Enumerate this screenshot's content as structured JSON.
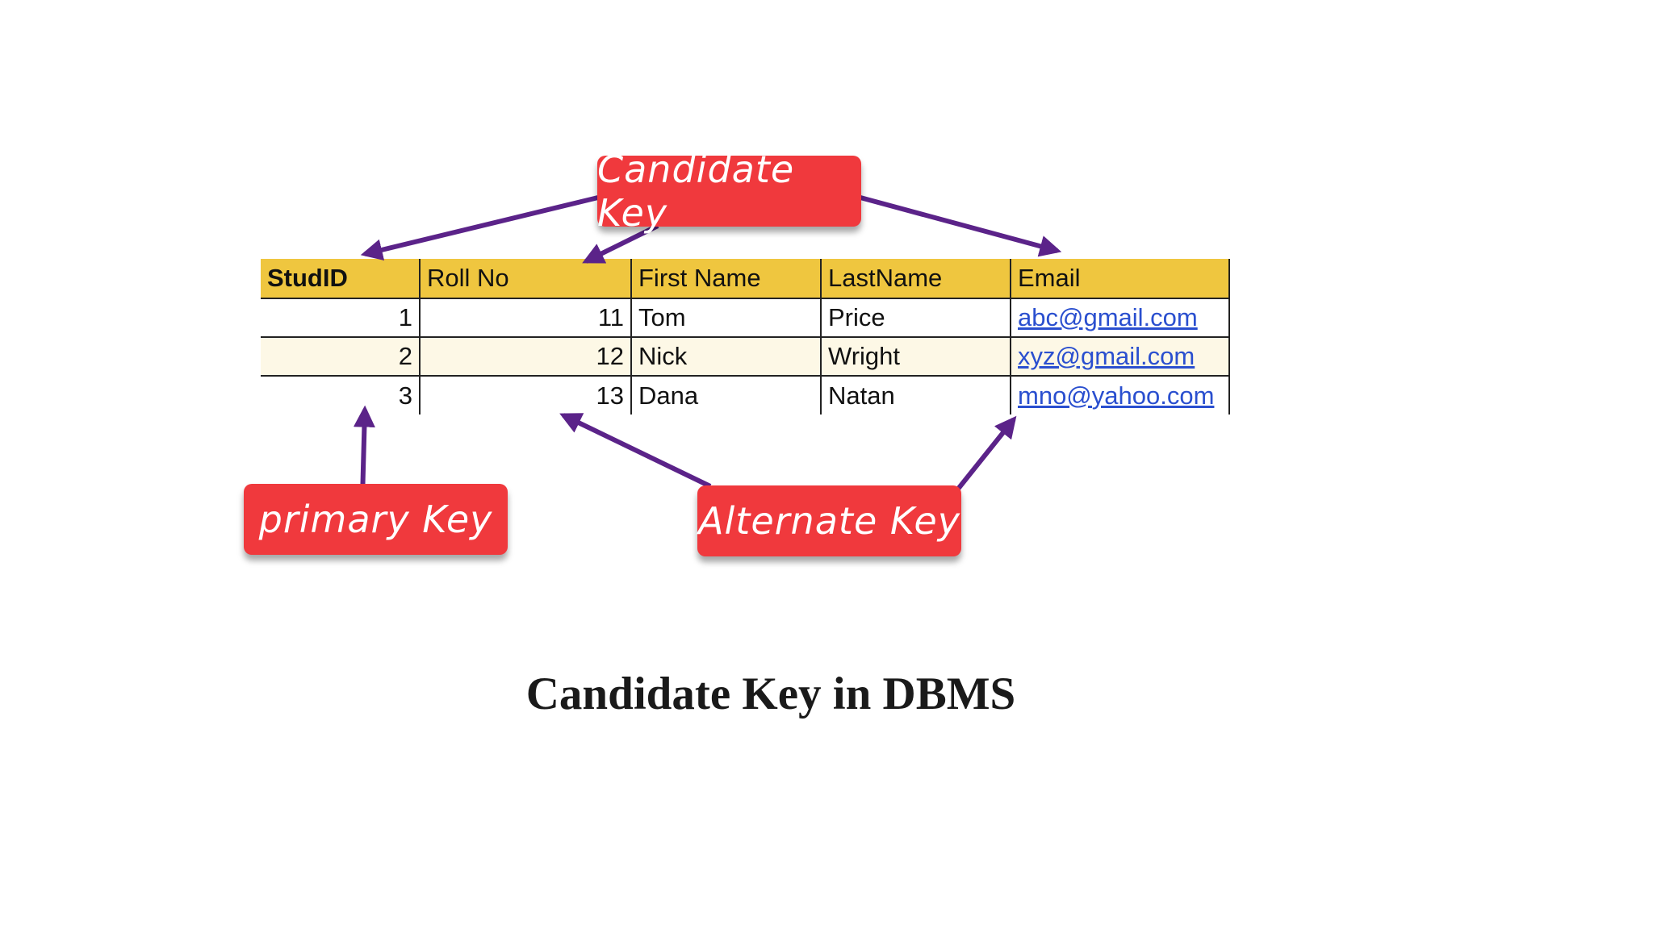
{
  "title": "Candidate Key in DBMS",
  "labels": {
    "candidate": "Candidate Key",
    "primary": "primary Key",
    "alternate": "Alternate Key"
  },
  "table": {
    "headers": [
      "StudID",
      "Roll No",
      "First Name",
      "LastName",
      "Email"
    ],
    "rows": [
      [
        "1",
        "11",
        "Tom",
        "Price",
        "abc@gmail.com"
      ],
      [
        "2",
        "12",
        "Nick",
        "Wright",
        "xyz@gmail.com"
      ],
      [
        "3",
        "13",
        "Dana",
        "Natan",
        "mno@yahoo.com"
      ]
    ]
  },
  "colors": {
    "header_fill": "#efc63f",
    "callout_fill": "#f0393d",
    "arrow": "#5b2389",
    "link": "#2a4fcf"
  }
}
